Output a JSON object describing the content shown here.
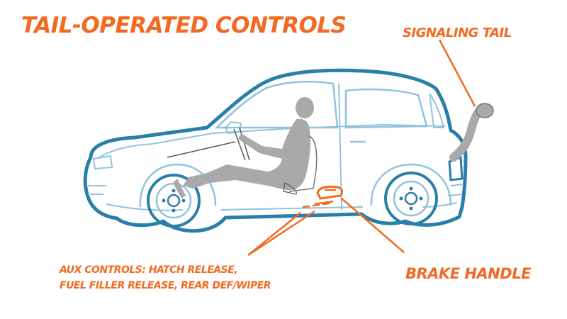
{
  "title": "TAIL-OPERATED CONTROLS",
  "labels": {
    "signaling_tail": "SIGNALING TAIL",
    "brake_handle": "BRAKE HANDLE",
    "aux_controls_line1": "AUX CONTROLS: HATCH RELEASE,",
    "aux_controls_line2": "FUEL FILLER RELEASE, REAR DEF/WIPER"
  },
  "colors": {
    "accent": "#f26a21",
    "car_outline": "#2a7fa8",
    "car_light": "#8fc4dc",
    "figure": "#a9a9a9",
    "ink": "#555555"
  }
}
